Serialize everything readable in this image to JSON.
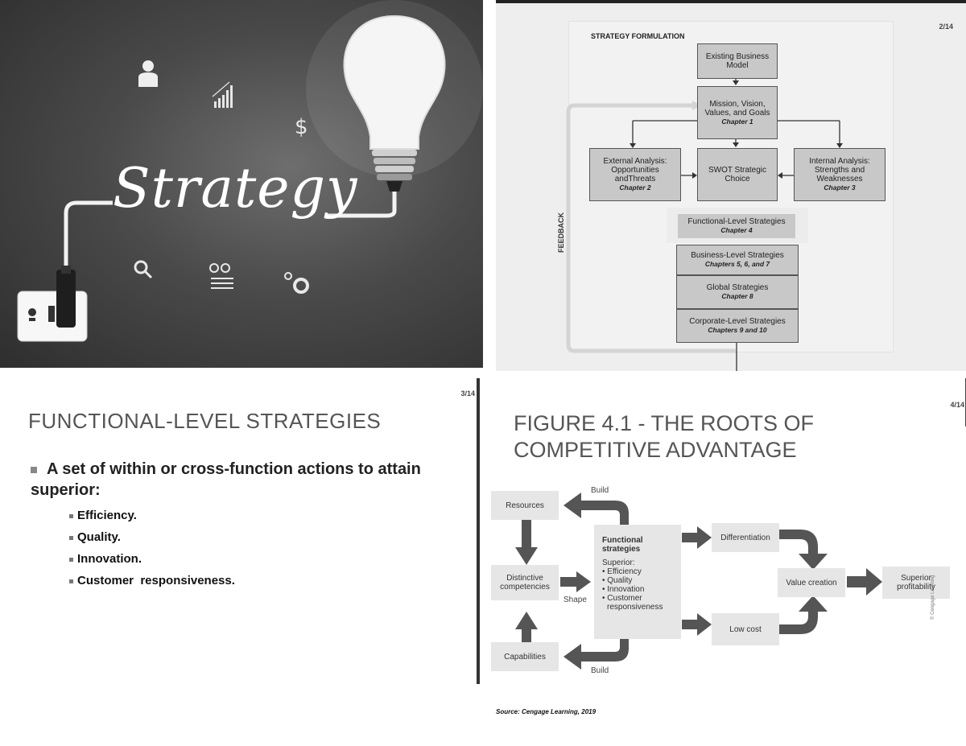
{
  "slide1": {
    "word": "Strategy"
  },
  "slide2": {
    "page": "2/14",
    "heading": "STRATEGY FORMULATION",
    "existing": "Existing Business Model",
    "mission": "Mission, Vision, Values, and Goals",
    "mission_ch": "Chapter 1",
    "external": "External Analysis: Opportunities andThreats",
    "external_ch": "Chapter 2",
    "swot": "SWOT Strategic Choice",
    "internal": "Internal Analysis: Strengths and Weaknesses",
    "internal_ch": "Chapter 3",
    "functional": "Functional-Level Strategies",
    "functional_ch": "Chapter 4",
    "business": "Business-Level Strategies",
    "business_ch": "Chapters 5, 6, and 7",
    "global": "Global Strategies",
    "global_ch": "Chapter 8",
    "corporate": "Corporate-Level Strategies",
    "corporate_ch": "Chapters 9 and 10",
    "feedback": "FEEDBACK"
  },
  "slide3": {
    "page": "3/14",
    "title": "FUNCTIONAL-LEVEL STRATEGIES",
    "bullet": "A set of within or cross-function actions to attain superior:",
    "items": [
      "Efficiency.",
      "Quality.",
      "Innovation.",
      "Customer  responsiveness."
    ]
  },
  "slide4": {
    "page": "4/14",
    "title": "FIGURE 4.1 - THE ROOTS OF COMPETITIVE ADVANTAGE",
    "resources": "Resources",
    "distinctive": "Distinctive competencies",
    "capabilities": "Capabilities",
    "build_top": "Build",
    "build_bottom": "Build",
    "shape": "Shape",
    "func_title": "Functional strategies",
    "func_superior": "Superior:",
    "func_items": [
      "• Efficiency",
      "• Quality",
      "• Innovation",
      "• Customer",
      "responsiveness"
    ],
    "differentiation": "Differentiation",
    "low_cost": "Low cost",
    "value": "Value creation",
    "profit": "Superior profitability",
    "copyright": "© Cengage Learning",
    "source": "Source: Cengage Learning, 2019"
  }
}
